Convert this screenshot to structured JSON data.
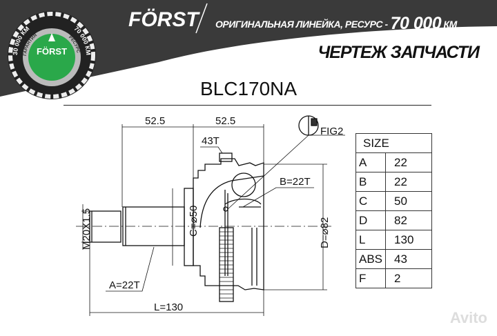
{
  "header": {
    "brand": "FÖRST",
    "tagline": "ОРИГИНАЛЬНАЯ ЛИНЕЙКА, РЕСУРС -",
    "resource_value": "70 000",
    "resource_unit": "КМ",
    "subtitle": "ЧЕРТЕЖ ЗАПЧАСТИ",
    "badge": {
      "brand": "FÖRST",
      "left_text": "30 000 КМ",
      "left_sub": "ГАРАНТИЯ",
      "right_text": "70 000 КМ",
      "right_sub": "РЕСУРС",
      "color": "#2aa84a"
    }
  },
  "part_number": "BLC170NA",
  "drawing": {
    "dim_left": "52.5",
    "dim_right": "52.5",
    "abs_teeth": "43T",
    "fig": "FIG2",
    "b_label": "B=22T",
    "a_label": "A=22T",
    "c_label": "C=⌀50",
    "d_label": "D=⌀82",
    "thread": "M20X1.5",
    "length": "L=130"
  },
  "spec_table": {
    "header": "SIZE",
    "rows": [
      {
        "key": "A",
        "value": "22"
      },
      {
        "key": "B",
        "value": "22"
      },
      {
        "key": "C",
        "value": "50"
      },
      {
        "key": "D",
        "value": "82"
      },
      {
        "key": "L",
        "value": "130"
      },
      {
        "key": "ABS",
        "value": "43"
      },
      {
        "key": "F",
        "value": "2"
      }
    ]
  },
  "watermark": "Avito"
}
